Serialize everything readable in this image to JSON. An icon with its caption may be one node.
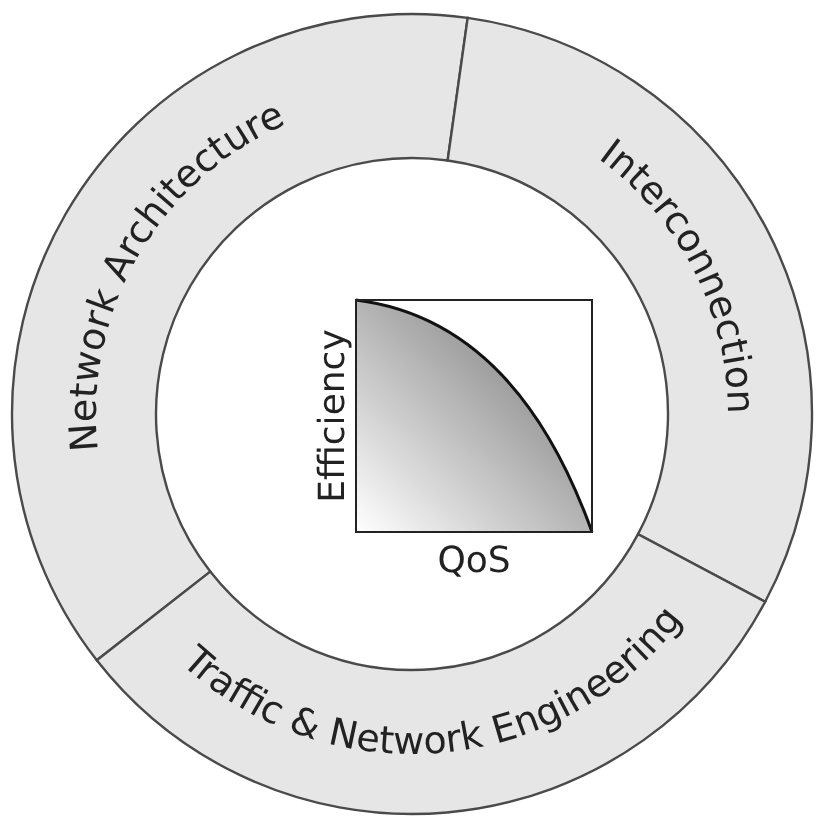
{
  "diagram": {
    "nodes": [
      {
        "text": [
          "Network Architecture"
        ]
      },
      {
        "text": [
          "Interconnection"
        ]
      },
      {
        "text": [
          "Traffic & Network Engineering"
        ]
      }
    ],
    "labels": [
      "Efficiency",
      "QoS"
    ]
  }
}
